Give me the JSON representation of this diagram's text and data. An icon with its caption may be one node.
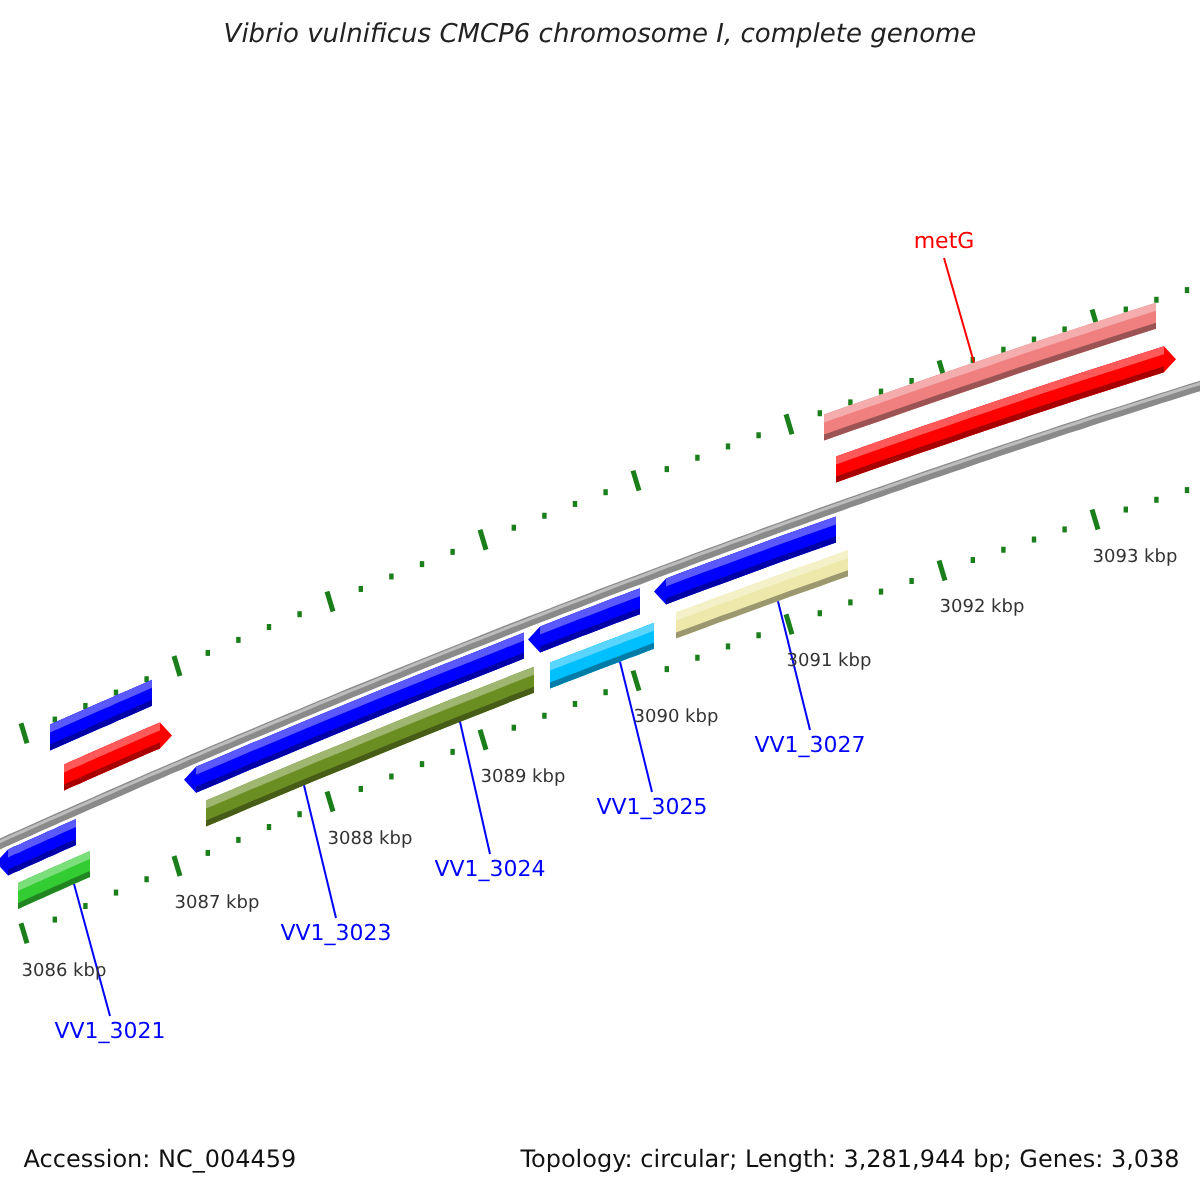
{
  "diagram": {
    "title": "Vibrio vulnificus CMCP6 chromosome I, complete genome",
    "nodes": [
      {
        "text": [],
        "shape": "bar"
      },
      {
        "text": [],
        "shape": "bar"
      },
      {
        "text": [],
        "shape": "bar"
      },
      {
        "text": [],
        "shape": "bar"
      },
      {
        "text": [],
        "shape": "bar"
      },
      {
        "text": [],
        "shape": "bar"
      },
      {
        "text": [],
        "shape": "bar"
      },
      {
        "text": [],
        "shape": "bar"
      },
      {
        "text": [],
        "shape": "bar"
      },
      {
        "text": [],
        "shape": "bar"
      },
      {
        "text": [],
        "shape": "bar"
      },
      {
        "text": [],
        "shape": "bar"
      },
      {
        "text": [
          "metG"
        ]
      },
      {
        "text": [
          "VV1_3027"
        ]
      },
      {
        "text": [
          "VV1_3025"
        ]
      },
      {
        "text": [
          "VV1_3024"
        ]
      },
      {
        "text": [
          "VV1_3023"
        ]
      },
      {
        "text": [
          "VV1_3021"
        ]
      }
    ],
    "edges": [
      {
        "from": 12,
        "to": 10,
        "arrow": "none",
        "color": "#ff0000"
      },
      {
        "from": 13,
        "to": 9,
        "arrow": "none"
      },
      {
        "from": 14,
        "to": 7,
        "arrow": "none"
      },
      {
        "from": 15,
        "to": 5,
        "arrow": "none"
      },
      {
        "from": 16,
        "to": 5,
        "arrow": "none"
      },
      {
        "from": 17,
        "to": 1,
        "arrow": "none"
      }
    ],
    "labels": [
      "3086 kbp",
      "3087 kbp",
      "3088 kbp",
      "3089 kbp",
      "3090 kbp",
      "3091 kbp",
      "3092 kbp",
      "3093 kbp",
      "Accession: NC_004459",
      "Topology: circular; Length: 3,281,944 bp; Genes: 3,038"
    ]
  }
}
